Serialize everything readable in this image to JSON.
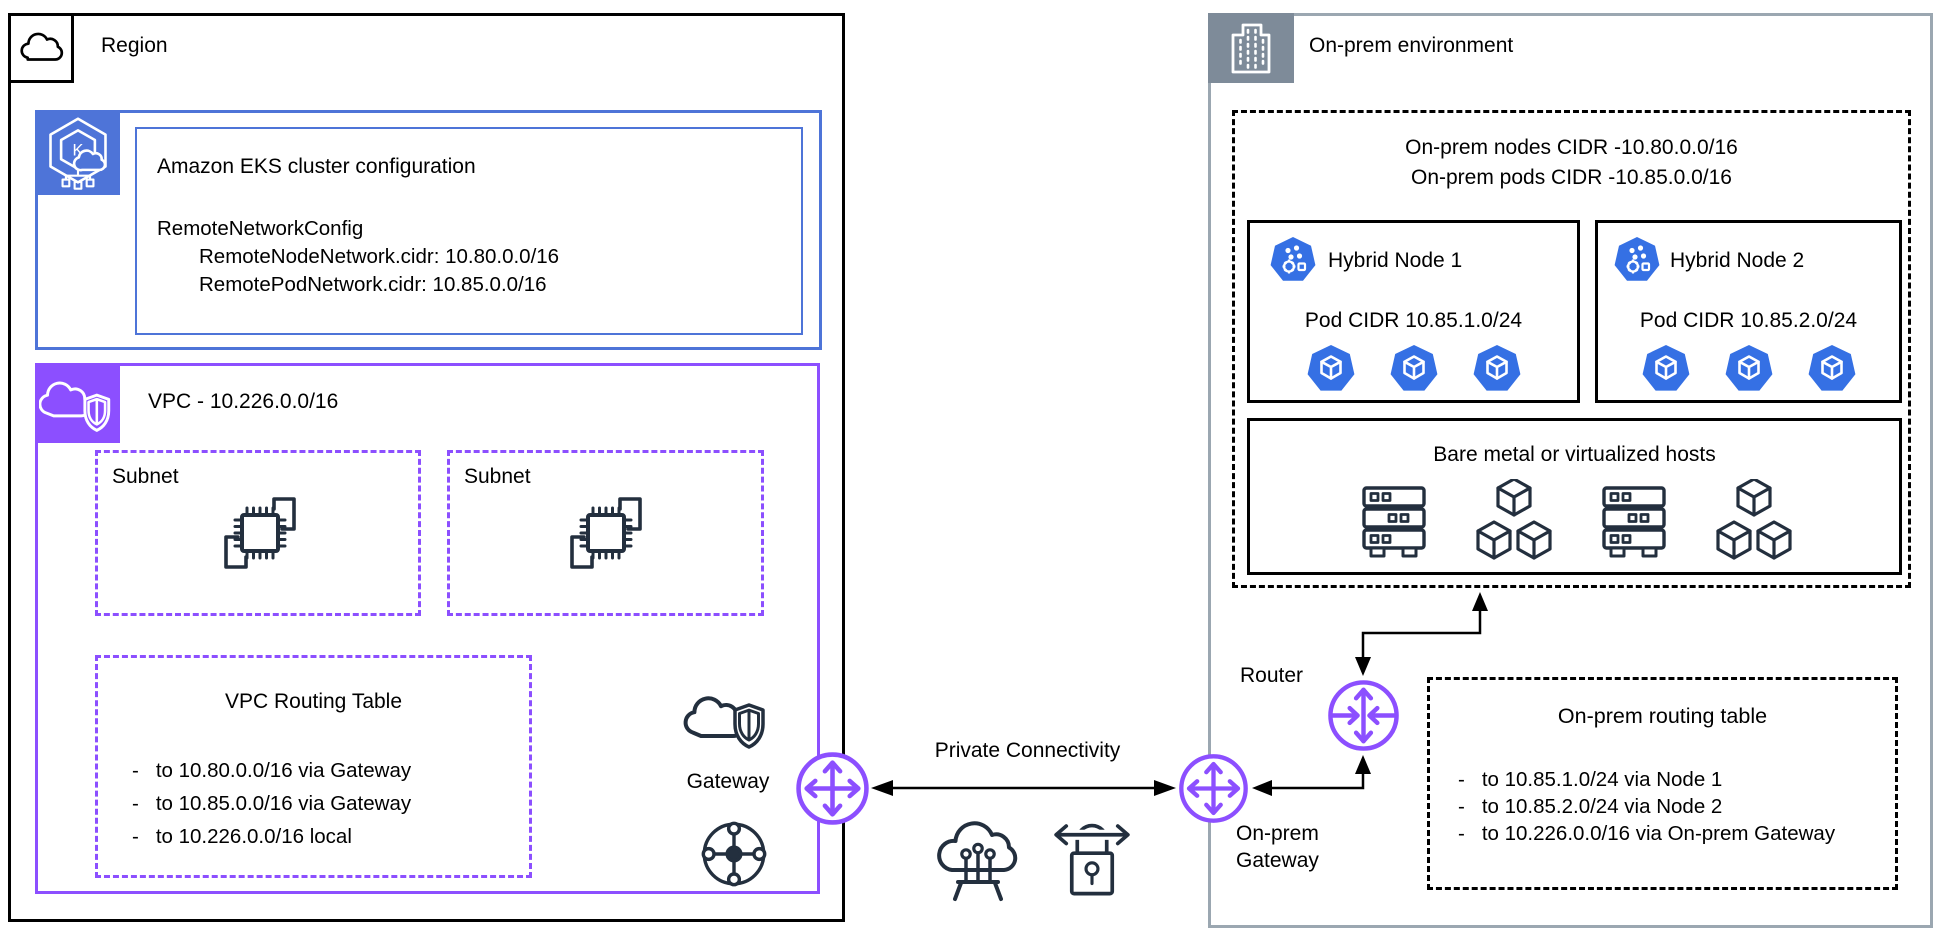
{
  "diagram": {
    "bullet": "-",
    "region": {
      "label": "Region",
      "eks": {
        "title": "Amazon EKS cluster configuration",
        "config_heading": "RemoteNetworkConfig",
        "config_line1": "RemoteNodeNetwork.cidr: 10.80.0.0/16",
        "config_line2": "RemotePodNetwork.cidr: 10.85.0.0/16"
      },
      "vpc": {
        "label": "VPC - 10.226.0.0/16",
        "subnet1_label": "Subnet",
        "subnet2_label": "Subnet",
        "routing_table": {
          "title": "VPC Routing Table",
          "routes": [
            "to 10.80.0.0/16 via Gateway",
            "to 10.85.0.0/16 via Gateway",
            "to 10.226.0.0/16 local"
          ]
        },
        "gateway_label": "Gateway"
      }
    },
    "connectivity": {
      "label": "Private Connectivity"
    },
    "onprem": {
      "label": "On-prem environment",
      "cidr_line1": "On-prem nodes CIDR -10.80.0.0/16",
      "cidr_line2": "On-prem pods CIDR -10.85.0.0/16",
      "node1": {
        "title": "Hybrid Node 1",
        "pod_cidr": "Pod CIDR 10.85.1.0/24"
      },
      "node2": {
        "title": "Hybrid Node 2",
        "pod_cidr": "Pod CIDR 10.85.2.0/24"
      },
      "hosts_title": "Bare metal or virtualized hosts",
      "router_label": "Router",
      "gateway_line1": "On-prem",
      "gateway_line2": "Gateway",
      "routing_table": {
        "title": "On-prem routing table",
        "routes": [
          "to 10.85.1.0/24 via Node 1",
          "to 10.85.2.0/24 via Node 2",
          "to 10.226.0.0/16 via On-prem Gateway"
        ]
      }
    },
    "colors": {
      "purple": "#8C4FFF",
      "eks_blue": "#4E74D8",
      "k8s_blue": "#3570E4",
      "onprem_gray": "#7E8B99",
      "ink": "#232F3E",
      "black": "#000000"
    }
  }
}
